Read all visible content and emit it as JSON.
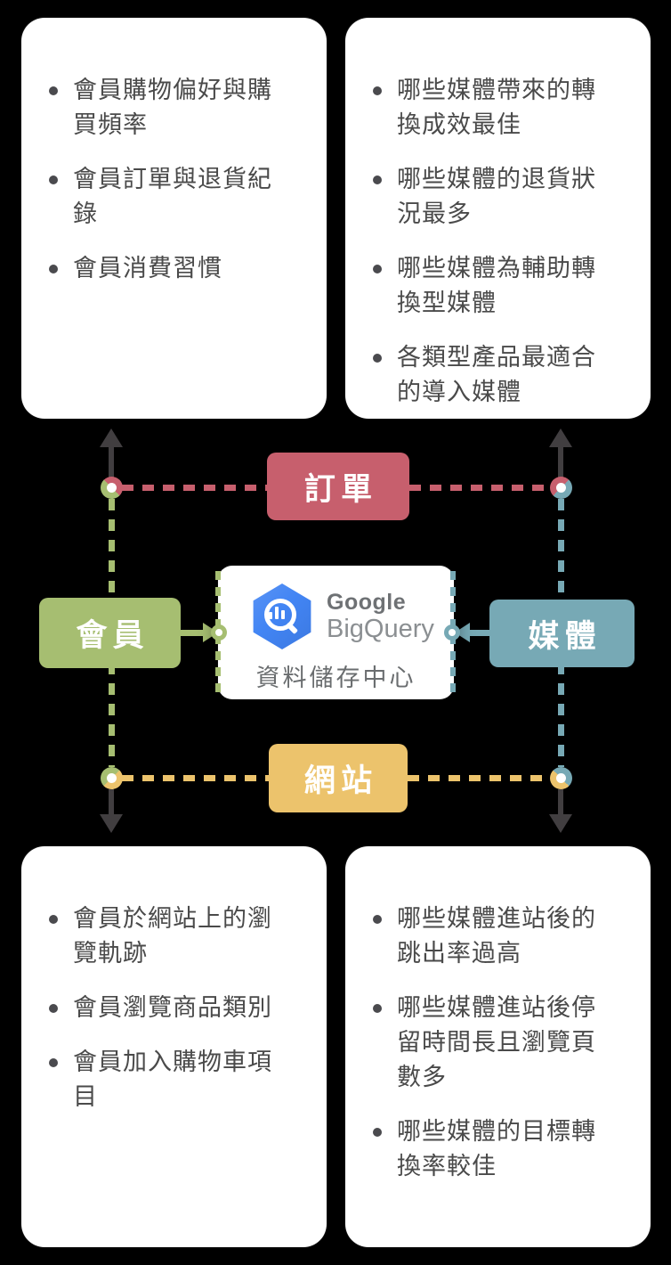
{
  "cards": {
    "top_left": {
      "items": [
        "會員購物偏好與購買頻率",
        "會員訂單與退貨紀錄",
        "會員消費習慣"
      ]
    },
    "top_right": {
      "items": [
        "哪些媒體帶來的轉換成效最佳",
        "哪些媒體的退貨狀況最多",
        "哪些媒體為輔助轉換型媒體",
        "各類型產品最適合的導入媒體"
      ]
    },
    "bottom_left": {
      "items": [
        "會員於網站上的瀏覽軌跡",
        "會員瀏覽商品類別",
        "會員加入購物車項目"
      ]
    },
    "bottom_right": {
      "items": [
        "哪些媒體進站後的跳出率過高",
        "哪些媒體進站後停留時間長且瀏覽頁數多",
        "哪些媒體的目標轉換率較佳"
      ]
    }
  },
  "nodes": {
    "orders": {
      "label": "訂單",
      "color": "#C75F6D"
    },
    "members": {
      "label": "會員",
      "color": "#A6BE71"
    },
    "media": {
      "label": "媒體",
      "color": "#77A9B5"
    },
    "website": {
      "label": "網站",
      "color": "#ECC36C"
    }
  },
  "center": {
    "logo_line1": "Google",
    "logo_line2": "BigQuery",
    "caption": "資料儲存中心",
    "icon": "bigquery-hexagon-magnifier-icon",
    "logo_blue": "#4285F4"
  },
  "colors": {
    "background": "#000000",
    "card_bg": "#FFFFFF",
    "bullet_text": "#4A4A4A",
    "arrow_dark": "#413E40",
    "red": "#C75F6D",
    "green": "#A6BE71",
    "teal": "#77A9B5",
    "yellow": "#ECC36C"
  }
}
